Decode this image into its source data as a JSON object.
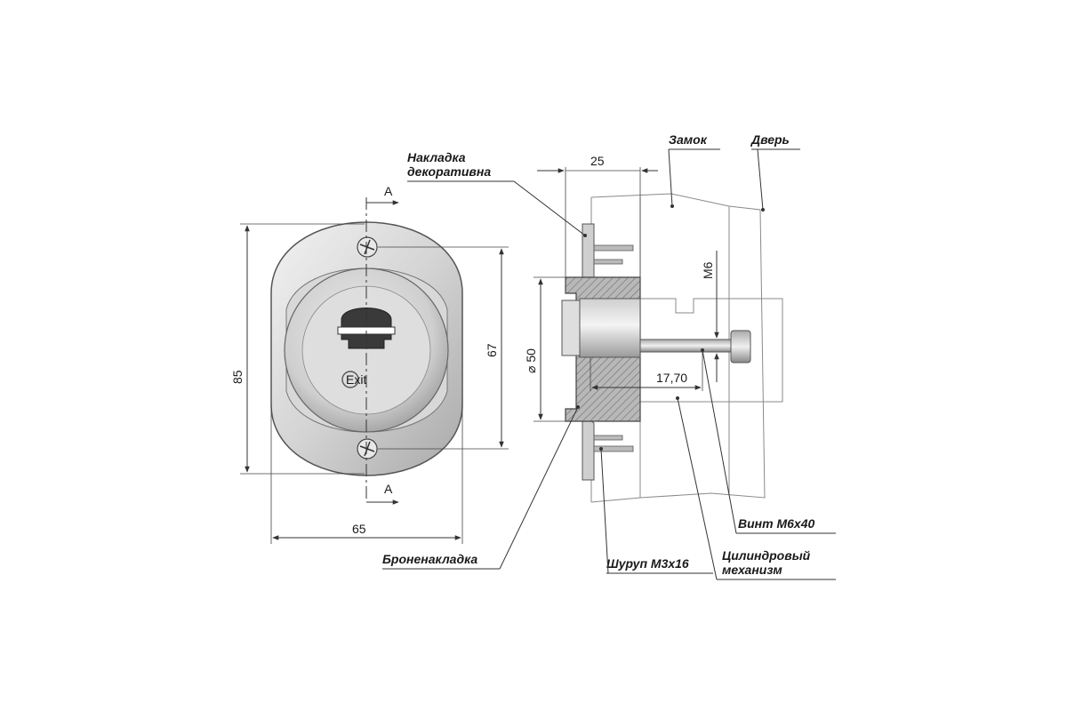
{
  "front_view": {
    "section_mark_top": "A",
    "section_mark_bottom": "A",
    "dim_height_outer": "85",
    "dim_height_screws": "67",
    "dim_width": "65",
    "brand_logo": "Exit"
  },
  "side_view": {
    "dim_depth": "25",
    "dim_cylinder_diameter": "⌀ 50",
    "dim_thread": "M6",
    "dim_offset": "17,70"
  },
  "labels": {
    "decorative_plate_line1": "Накладка",
    "decorative_plate_line2": "декоративна",
    "lock": "Замок",
    "door": "Дверь",
    "armor_plate": "Броненакладка",
    "screw": "Шуруп М3х16",
    "bolt": "Винт М6х40",
    "cylinder_line1": "Цилиндровый",
    "cylinder_line2": "механизм"
  },
  "colors": {
    "metal_light": "#e2e2e2",
    "metal_mid": "#bdbdbd",
    "metal_dark": "#8f8f8f",
    "line": "#333333"
  }
}
